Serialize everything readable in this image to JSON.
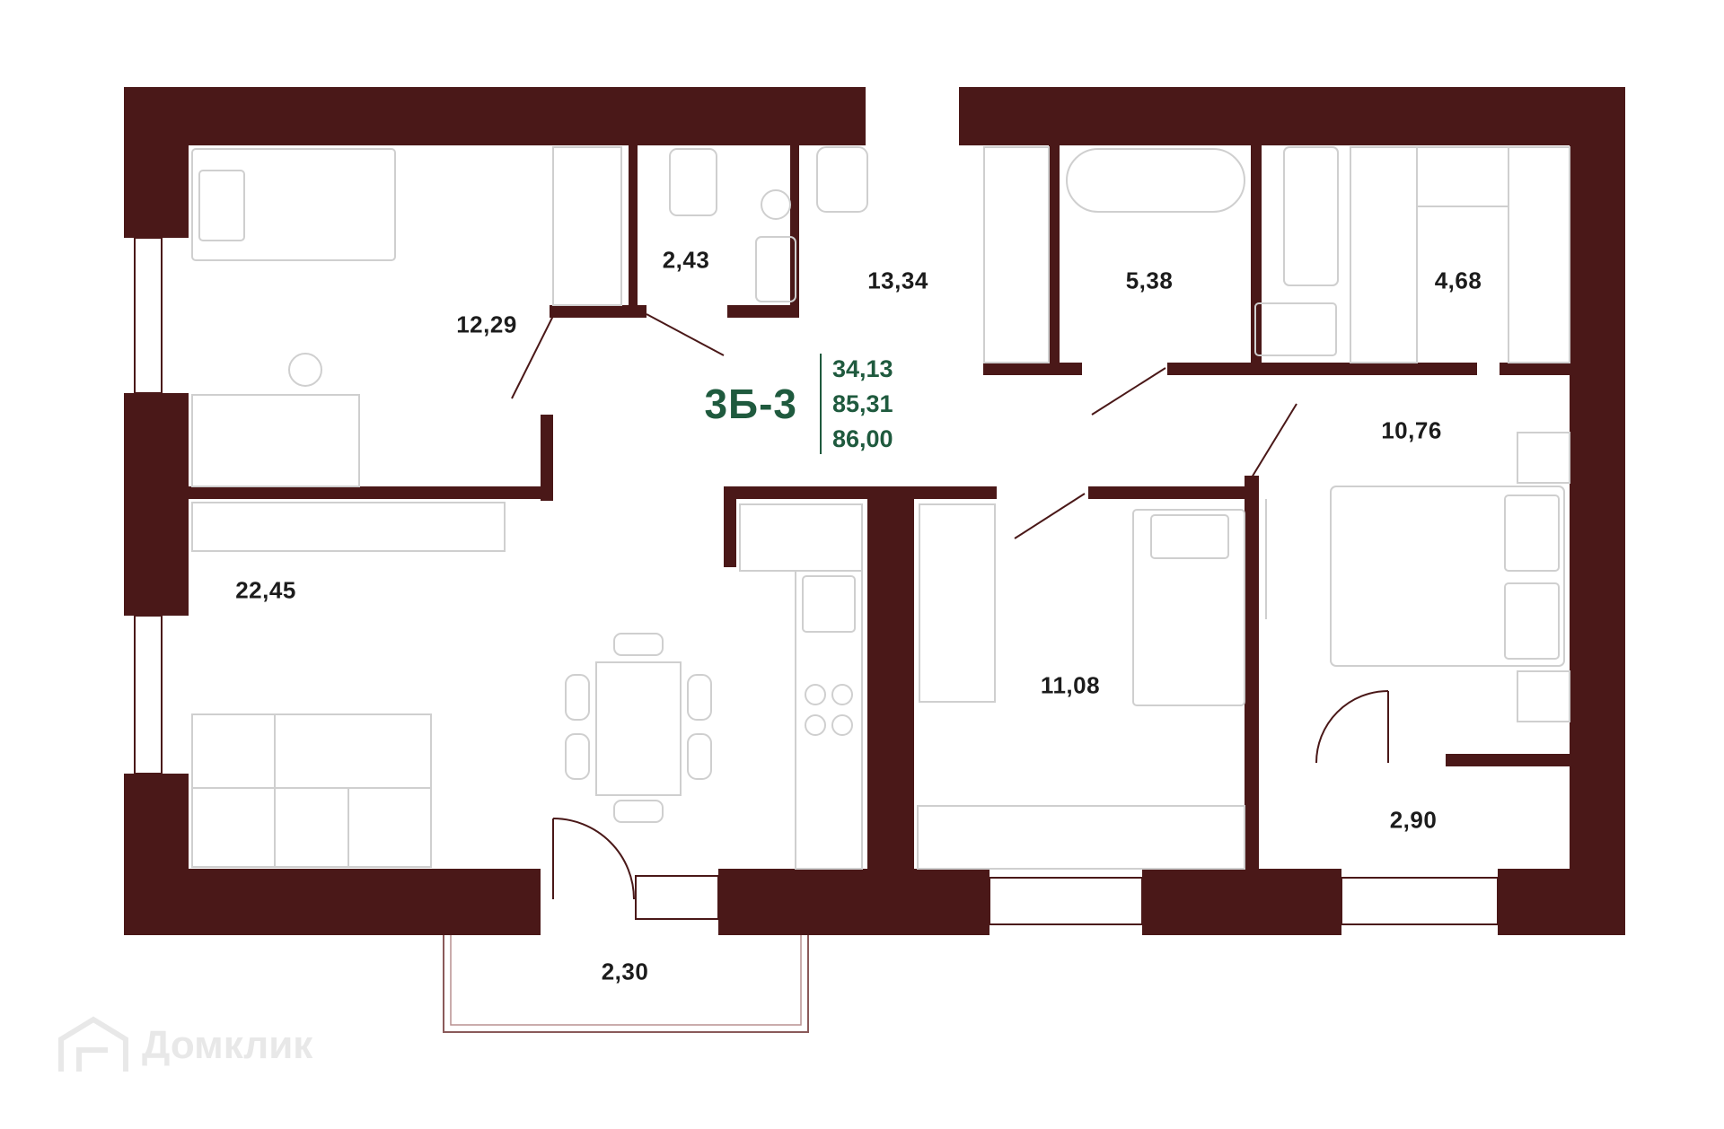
{
  "apartment": {
    "code": "3Б-3",
    "totals": [
      "34,13",
      "85,31",
      "86,00"
    ]
  },
  "rooms": {
    "bedroom_small": "12,29",
    "toilet": "2,43",
    "hall": "13,34",
    "bathroom": "5,38",
    "wardrobe": "4,68",
    "bedroom_master": "10,76",
    "living_kitchen": "22,45",
    "bedroom_middle": "11,08",
    "storage": "2,90",
    "balcony": "2,30"
  },
  "watermark": "Домклик",
  "colors": {
    "wall": "#4a1818",
    "furniture": "#cfcfcf",
    "accent": "#1f5a3e"
  }
}
